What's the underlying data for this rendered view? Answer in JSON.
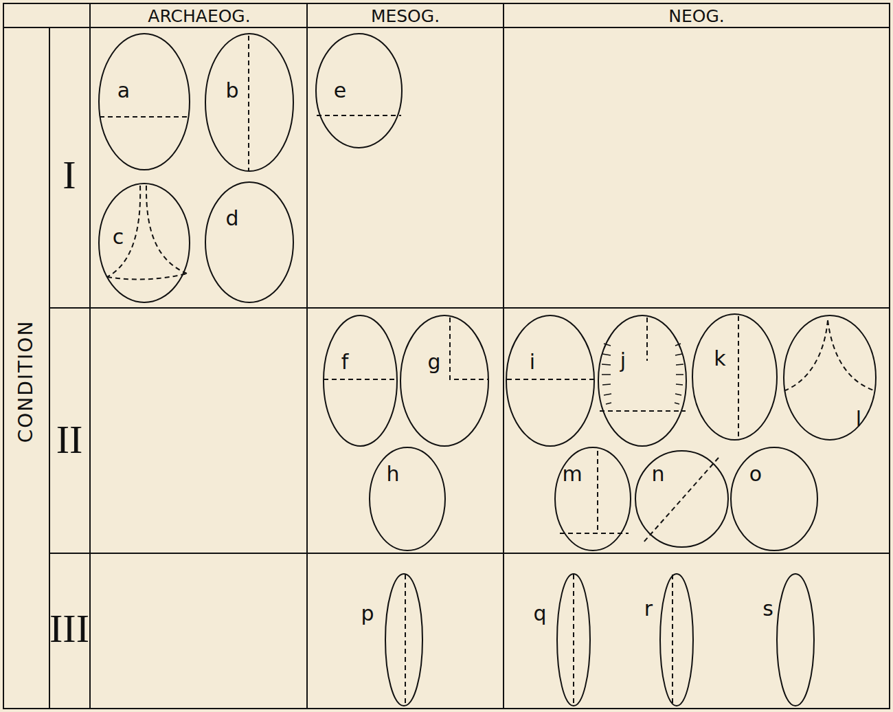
{
  "diagram": {
    "nodes": [
      {
        "text": [
          "a"
        ]
      },
      {
        "text": [
          "b"
        ]
      },
      {
        "text": [
          "c"
        ]
      },
      {
        "text": [
          "d"
        ]
      },
      {
        "text": [
          "e"
        ]
      },
      {
        "text": [
          "f"
        ]
      },
      {
        "text": [
          "g"
        ]
      },
      {
        "text": [
          "h"
        ]
      },
      {
        "text": [
          "i"
        ]
      },
      {
        "text": [
          "j"
        ]
      },
      {
        "text": [
          "k"
        ]
      },
      {
        "text": [
          "l"
        ]
      },
      {
        "text": [
          "m"
        ]
      },
      {
        "text": [
          "n"
        ]
      },
      {
        "text": [
          "o"
        ]
      },
      {
        "text": [
          "p"
        ]
      },
      {
        "text": [
          "q"
        ]
      },
      {
        "text": [
          "r"
        ]
      },
      {
        "text": [
          "s"
        ]
      }
    ],
    "labels": [
      "ARCHAEOG.",
      "MESOG.",
      "NEOG.",
      "CONDITION",
      "I",
      "II",
      "III"
    ]
  }
}
